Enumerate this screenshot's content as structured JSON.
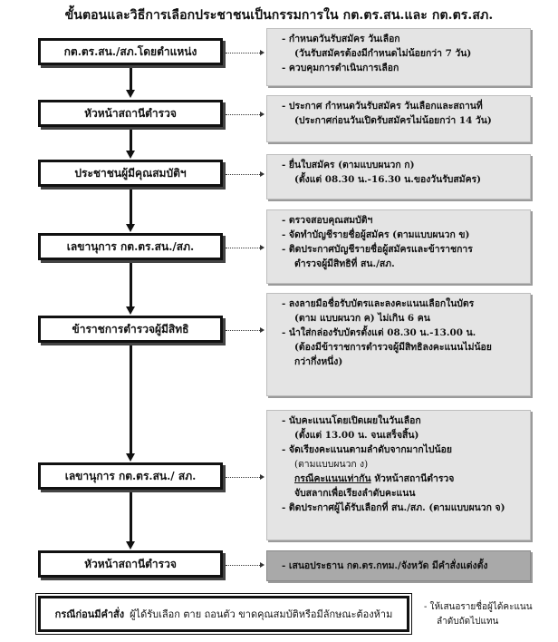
{
  "title": "ขั้นตอนและวิธีการเลือกประชาชนเป็นกรรมการใน กต.ตร.สน.และ กต.ตร.สภ.",
  "steps": [
    {
      "label": "กต.ตร.สน./สภ.โดยตำแหน่ง",
      "lines": [
        "- กำหนดวันรับสมัคร วันเลือก",
        "(วันรับสมัครต้องมีกำหนดไม่น้อยกว่า 7 วัน)",
        "- ควบคุมการดำเนินการเลือก"
      ]
    },
    {
      "label": "หัวหน้าสถานีตำรวจ",
      "lines": [
        "- ประกาศ กำหนดวันรับสมัคร วันเลือกและสถานที่",
        "(ประกาศก่อนวันเปิดรับสมัครไม่น้อยกว่า 14 วัน)"
      ]
    },
    {
      "label": "ประชาชนผู้มีคุณสมบัติฯ",
      "lines": [
        "- ยื่นใบสมัคร (ตามแบบผนวก ก)",
        "(ตั้งแต่ 08.30 น.-16.30 น.ของวันรับสมัคร)"
      ]
    },
    {
      "label": "เลขานุการ กต.ตร.สน./สภ.",
      "lines": [
        "- ตรวจสอบคุณสมบัติฯ",
        "- จัดทำบัญชีรายชื่อผู้สมัคร (ตามแบบผนวก ข)",
        "- ติดประกาศบัญชีรายชื่อผู้สมัครและข้าราชการ",
        "ตำรวจผู้มีสิทธิที่ สน./สภ."
      ]
    },
    {
      "label": "ข้าราชการตำรวจผู้มีสิทธิ",
      "lines": [
        "- ลงลายมือชื่อรับบัตรและลงคะแนนเลือกในบัตร",
        "(ตาม แบบผนวก ค) ไม่เกิน 6 คน",
        "- นำใส่กล่องรับบัตรตั้งแต่ 08.30 น.-13.00 น.",
        "(ต้องมีข้าราชการตำรวจผู้มีสิทธิลงคะแนนไม่น้อย",
        "กว่ากึ่งหนึ่ง)"
      ]
    },
    {
      "label": "เลขานุการ กต.ตร.สน./ สภ.",
      "lines": [
        "- นับคะแนนโดยเปิดเผยในวันเลือก",
        "(ตั้งแต่ 13.00 น. จนเสร็จสิ้น)",
        "- จัดเรียงคะแนนตามลำดับจากมากไปน้อย",
        "(ตามแบบผนวก ง)",
        "กรณีคะแนนเท่ากัน หัวหน้าสถานีตำรวจ",
        "จับสลากเพื่อเรียงลำดับคะแนน",
        "- ติดประกาศผู้ได้รับเลือกที่ สน./สภ. (ตามแบบผนวก จ)"
      ]
    },
    {
      "label": "หัวหน้าสถานีตำรวจ",
      "lines": [
        "- เสนอประธาน กต.ตร.กทม./จังหวัด มีคำสั่งแต่งตั้ง"
      ]
    }
  ],
  "bottom": {
    "bold_text": "กรณีก่อนมีคำสั่ง",
    "text": "ผู้ได้รับเลือก ตาย ถอนตัว ขาดคุณสมบัติหรือมีลักษณะต้องห้าม"
  },
  "side_note": [
    "- ให้เสนอรายชื่อผู้ได้คะแนน",
    "ลำดับถัดไปแทน"
  ]
}
